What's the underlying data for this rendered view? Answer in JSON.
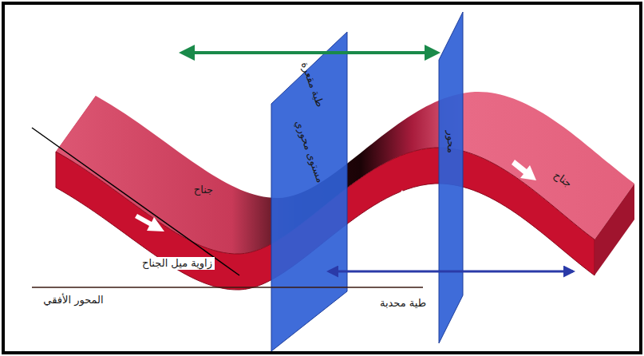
{
  "diagram": {
    "labels": [
      "طية مقعرة",
      "مستوى محوري",
      "جناح",
      "محور",
      "جناح",
      "زاوية ميل الجناح",
      "المحور الأفقي",
      "طية محدبة"
    ]
  }
}
